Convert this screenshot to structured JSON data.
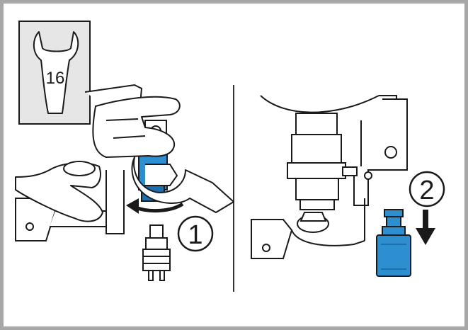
{
  "tool_box": {
    "size_label": "16"
  },
  "steps": [
    {
      "number": "1",
      "action": "loosen"
    },
    {
      "number": "2",
      "action": "remove"
    }
  ],
  "colors": {
    "frame": "#a7a7a7",
    "outline": "#1a1a1a",
    "blue_part": "#2d8fd0",
    "blue_part_dark": "#1b6fad",
    "hand_fill": "#ffffff",
    "tool_box_bg": "#e6e6e6",
    "divider": "#333333"
  },
  "icons": [
    "wrench-icon",
    "rotate-arrow-icon",
    "down-arrow-icon"
  ]
}
